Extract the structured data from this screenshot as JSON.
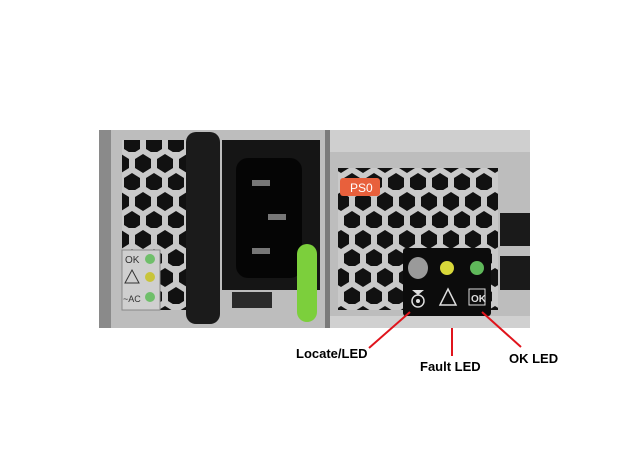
{
  "figure": {
    "psu_tag": "PS0",
    "small_panel_labels": {
      "ok": "OK",
      "ac": "~AC"
    },
    "led_panel_badge": "OK",
    "callouts": [
      {
        "id": "locate",
        "label": "Locate/LED"
      },
      {
        "id": "fault",
        "label": "Fault LED"
      },
      {
        "id": "ok",
        "label": "OK LED"
      }
    ],
    "colors": {
      "callout_line": "#e0141c",
      "tag": "#e8603c",
      "led_yellow": "#d8d83a",
      "led_green": "#5fb85a",
      "led_locate": "#9a9a9a",
      "latch": "#7ccf3c"
    }
  }
}
